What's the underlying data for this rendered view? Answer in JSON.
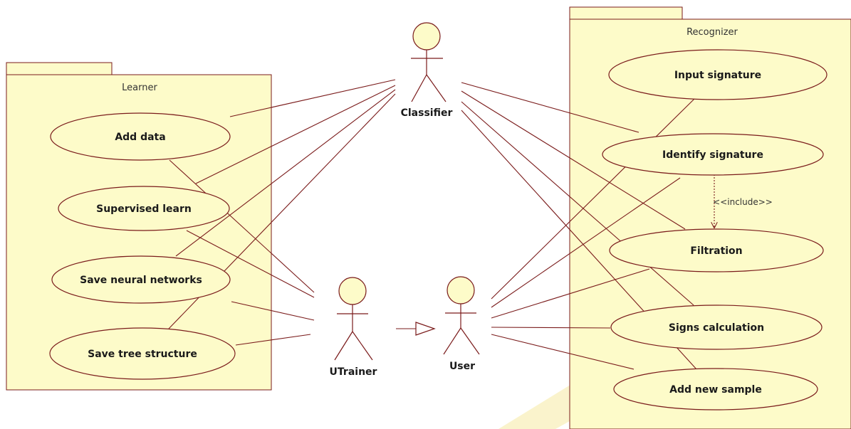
{
  "colors": {
    "stroke": "#7a1b1b",
    "fill": "#fdfbc9",
    "text": "#1a1a1a"
  },
  "packages": {
    "learner": {
      "title": "Learner"
    },
    "recognizer": {
      "title": "Recognizer"
    }
  },
  "use_cases": {
    "add_data": "Add data",
    "supervised_learn": "Supervised learn",
    "save_neural_networks": "Save neural networks",
    "save_tree_structure": "Save tree structure",
    "input_signature": "Input signature",
    "identify_signature": "Identify signature",
    "filtration": "Filtration",
    "signs_calculation": "Signs calculation",
    "add_new_sample": "Add new sample"
  },
  "actors": {
    "classifier": "Classifier",
    "utrainer": "UTrainer",
    "user": "User"
  },
  "relationships": {
    "include_label": "<<include>>"
  }
}
